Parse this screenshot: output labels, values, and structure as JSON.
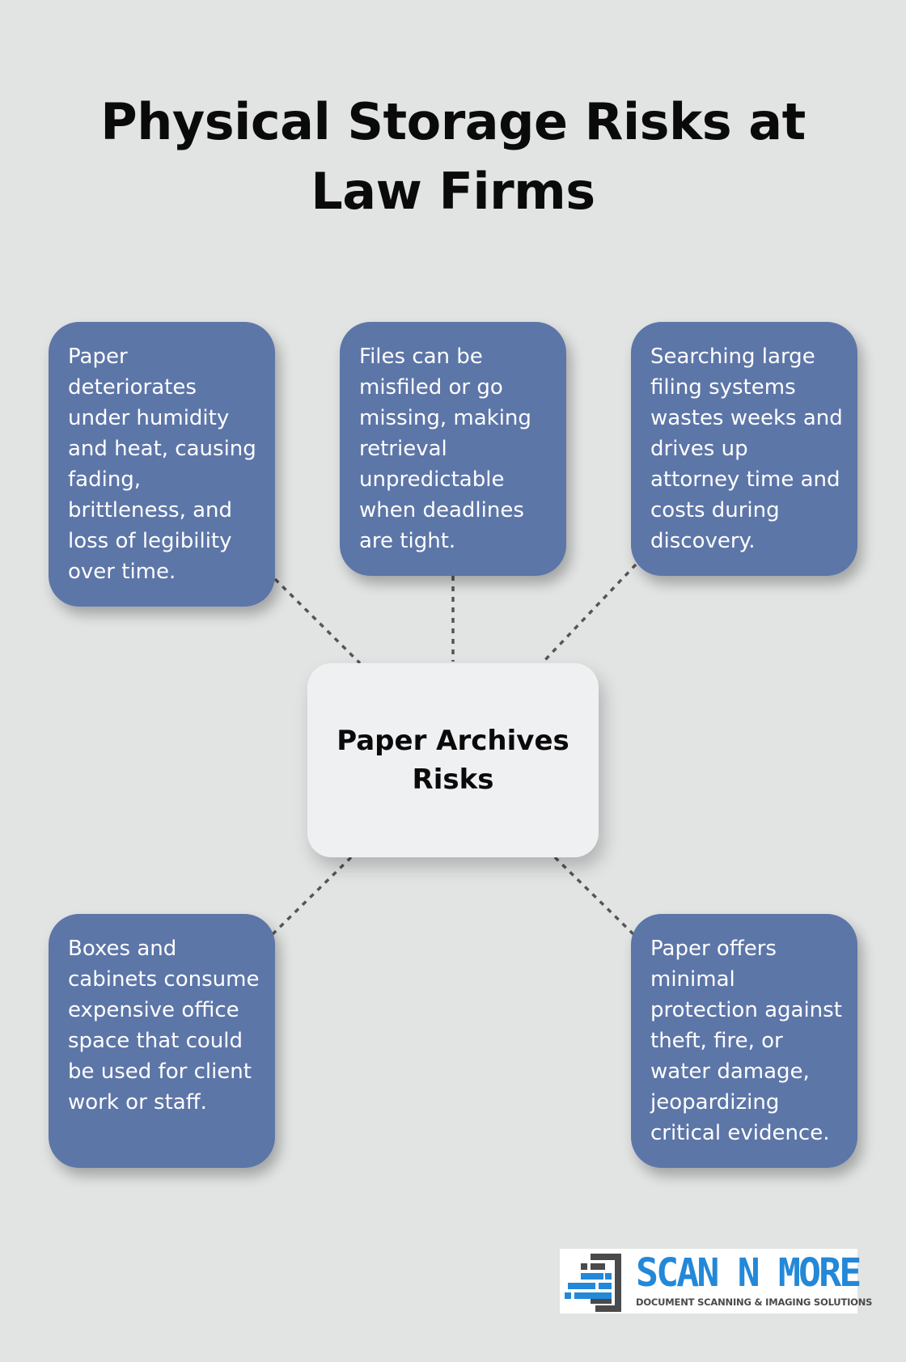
{
  "title": "Physical Storage Risks at Law Firms",
  "hub": {
    "label": "Paper Archives Risks"
  },
  "risks": [
    "Paper deteriorates under humidity and heat, causing fading, brittleness, and loss of legibility over time.",
    "Files can be misfiled or go missing, making retrieval unpredictable when deadlines are tight.",
    "Searching large filing systems wastes weeks and drives up attorney time and costs during discovery.",
    "Boxes and cabinets consume expensive office space that could be used for client work or staff.",
    "Paper offers minimal protection against theft, fire, or water damage, jeopardizing critical evidence."
  ],
  "logo": {
    "name": "SCAN N MORE",
    "tagline": "DOCUMENT SCANNING & IMAGING SOLUTIONS"
  },
  "colors": {
    "background": "#e2e4e4",
    "card": "#5d76a8",
    "hub": "#eff0f2",
    "logo_blue": "#2388d8"
  }
}
